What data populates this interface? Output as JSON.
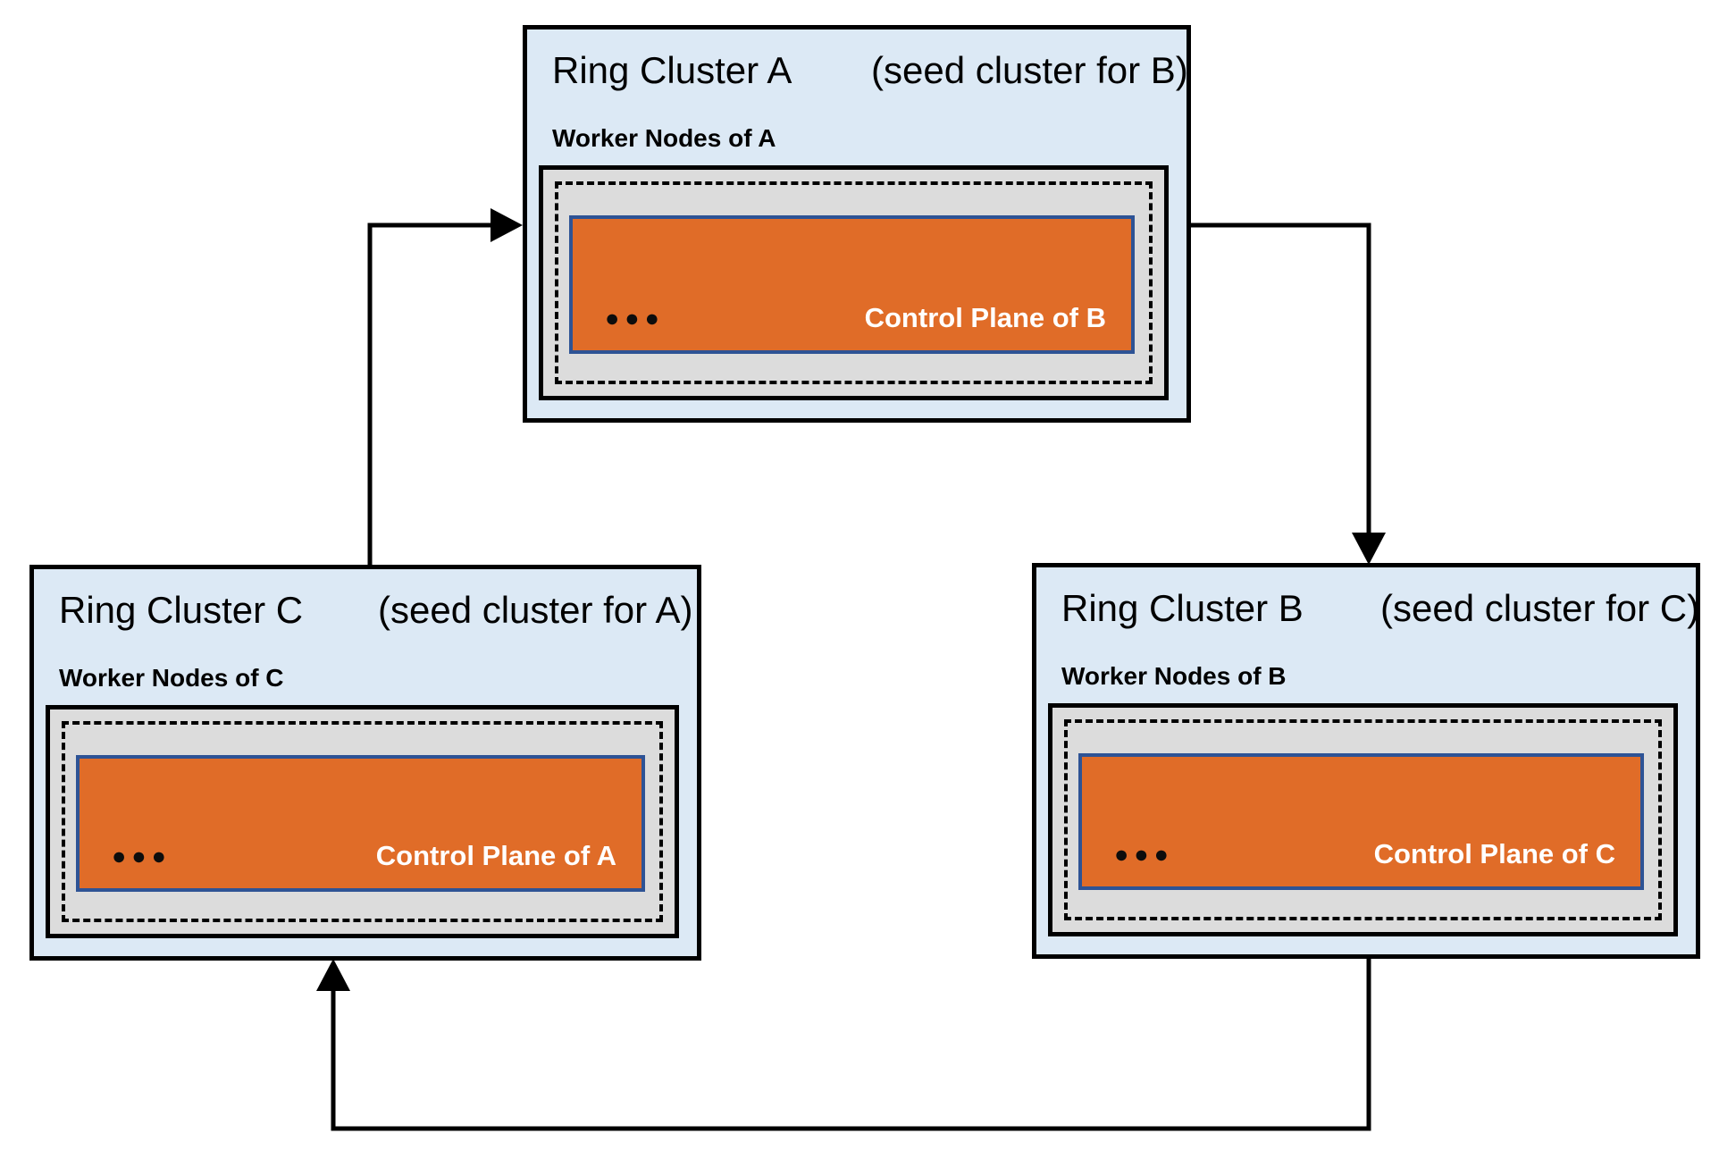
{
  "colors": {
    "cluster_bg": "#dce9f5",
    "worker_bg": "#dcdcdc",
    "control_bg": "#e06c28",
    "control_border": "#2e5395",
    "line": "#000000"
  },
  "clusters": [
    {
      "id": "A",
      "title": "Ring Cluster A",
      "seed_note": "(seed cluster for B)",
      "worker_label": "Worker Nodes of A",
      "control_label": "Control Plane of B",
      "dots": "●●●"
    },
    {
      "id": "B",
      "title": "Ring Cluster B",
      "seed_note": "(seed cluster for C)",
      "worker_label": "Worker Nodes of B",
      "control_label": "Control Plane of C",
      "dots": "●●●"
    },
    {
      "id": "C",
      "title": "Ring Cluster C",
      "seed_note": "(seed cluster for A)",
      "worker_label": "Worker Nodes of C",
      "control_label": "Control Plane of A",
      "dots": "●●●"
    }
  ],
  "arrows": [
    {
      "from": "Ring Cluster C",
      "to": "Ring Cluster A",
      "label": "arrow from Ring Cluster C to Ring Cluster A"
    },
    {
      "from": "Ring Cluster A",
      "to": "Ring Cluster B",
      "label": "arrow from Ring Cluster A to Ring Cluster B"
    },
    {
      "from": "Ring Cluster B",
      "to": "Ring Cluster C",
      "label": "arrow from Ring Cluster B to Ring Cluster C"
    }
  ]
}
